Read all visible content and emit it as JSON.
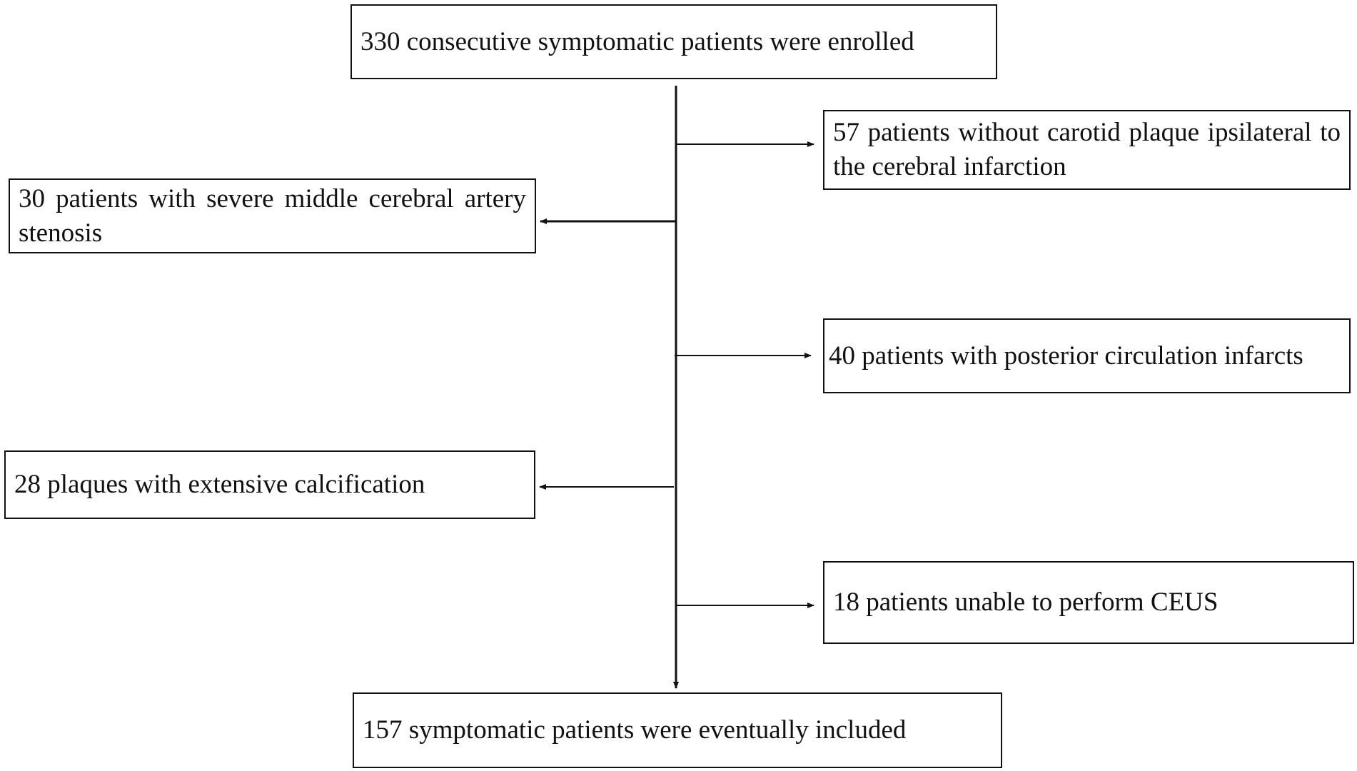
{
  "flowchart": {
    "start": "330 consecutive symptomatic patients were enrolled",
    "exclusions": [
      "57 patients without carotid plaque ipsilateral to the cerebral infarction",
      "30 patients with severe middle cerebral artery stenosis",
      "40 patients with posterior circulation infarcts",
      "28 plaques with extensive calcification",
      "18 patients unable to perform CEUS"
    ],
    "end": "157 symptomatic patients were eventually included"
  },
  "colors": {
    "line": "#111111",
    "box_border": "#111111",
    "background": "#ffffff"
  }
}
